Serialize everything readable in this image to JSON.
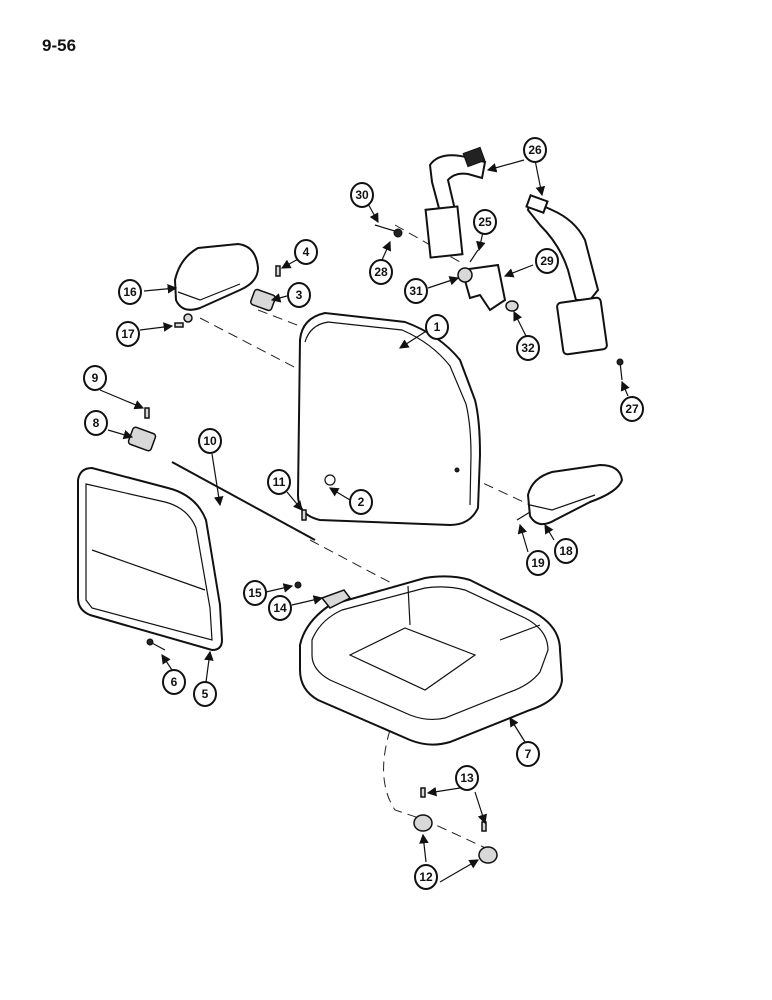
{
  "page": {
    "number": "9-56"
  },
  "callouts": [
    {
      "label": "1"
    },
    {
      "label": "2"
    },
    {
      "label": "3"
    },
    {
      "label": "4"
    },
    {
      "label": "5"
    },
    {
      "label": "6"
    },
    {
      "label": "7"
    },
    {
      "label": "8"
    },
    {
      "label": "9"
    },
    {
      "label": "10"
    },
    {
      "label": "11"
    },
    {
      "label": "12"
    },
    {
      "label": "13"
    },
    {
      "label": "14"
    },
    {
      "label": "15"
    },
    {
      "label": "16"
    },
    {
      "label": "17"
    },
    {
      "label": "18"
    },
    {
      "label": "19"
    },
    {
      "label": "25"
    },
    {
      "label": "26"
    },
    {
      "label": "27"
    },
    {
      "label": "28"
    },
    {
      "label": "29"
    },
    {
      "label": "30"
    },
    {
      "label": "31"
    },
    {
      "label": "32"
    }
  ]
}
